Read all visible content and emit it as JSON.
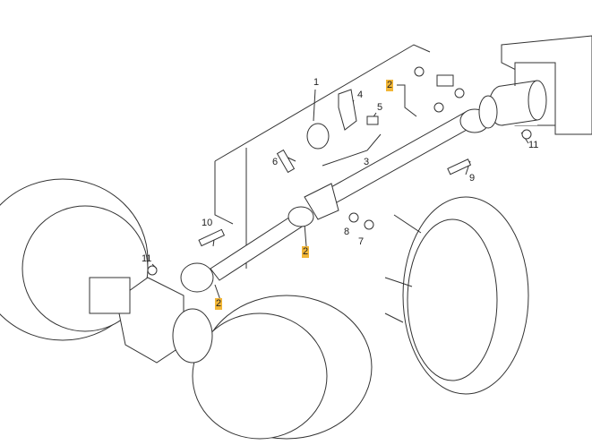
{
  "highlight_color": "#f2b636",
  "callouts": [
    {
      "id": "1",
      "label": "1",
      "highlighted": false
    },
    {
      "id": "2a",
      "label": "2",
      "highlighted": true
    },
    {
      "id": "4",
      "label": "4",
      "highlighted": false
    },
    {
      "id": "5",
      "label": "5",
      "highlighted": false
    },
    {
      "id": "3",
      "label": "3",
      "highlighted": false
    },
    {
      "id": "6",
      "label": "6",
      "highlighted": false
    },
    {
      "id": "11a",
      "label": "11",
      "highlighted": false
    },
    {
      "id": "9",
      "label": "9",
      "highlighted": false
    },
    {
      "id": "10",
      "label": "10",
      "highlighted": false
    },
    {
      "id": "8",
      "label": "8",
      "highlighted": false
    },
    {
      "id": "7",
      "label": "7",
      "highlighted": false
    },
    {
      "id": "2b",
      "label": "2",
      "highlighted": true
    },
    {
      "id": "11b",
      "label": "11",
      "highlighted": false
    },
    {
      "id": "2c",
      "label": "2",
      "highlighted": true
    }
  ]
}
